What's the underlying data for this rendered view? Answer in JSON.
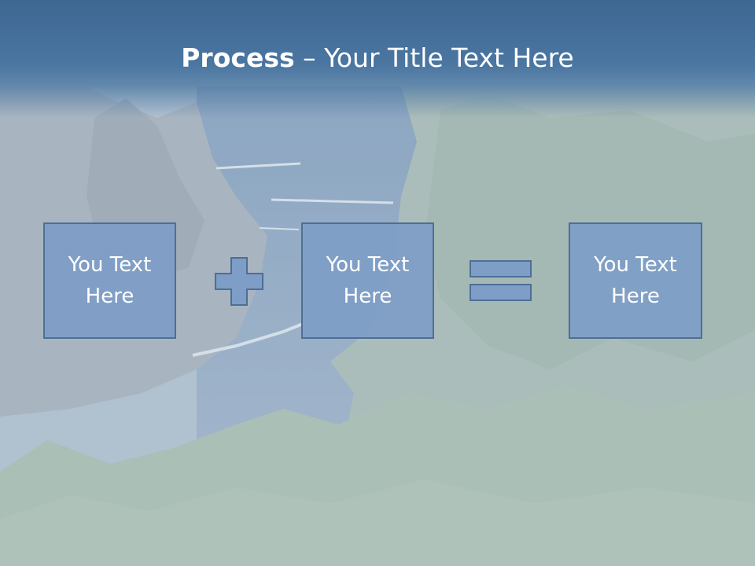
{
  "slide": {
    "title_bold": "Process",
    "title_rest": " – Your Title Text Here"
  },
  "boxes": [
    {
      "text": "You Text Here"
    },
    {
      "text": "You Text Here"
    },
    {
      "text": "You Text Here"
    }
  ],
  "operators": [
    "plus-icon",
    "equals-icon"
  ],
  "colors": {
    "title_bar": "#4a76a1",
    "box_fill": "#7e9dc7",
    "box_border": "#4e6f94",
    "text": "#ffffff"
  }
}
